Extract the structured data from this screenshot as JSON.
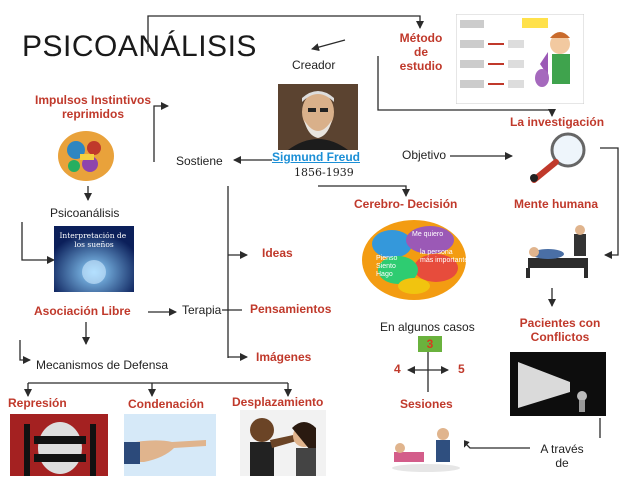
{
  "title": "PSICOANÁLISIS",
  "labels": {
    "creador": "Creador",
    "metodo": "Método\nde\nestudio",
    "impulsos": "Impulsos Instintivos\nreprimidos",
    "investigacion": "La investigación",
    "sostiene": "Sostiene",
    "freud": "Sigmund Freud",
    "years": "1856-1939",
    "objetivo": "Objetivo",
    "psicoanalisis": "Psicoanálisis",
    "cerebro": "Cerebro- Decisión",
    "mente": "Mente humana",
    "ideas": "Ideas",
    "asociacion": "Asociación Libre",
    "terapia": "Terapia",
    "pensamientos": "Pensamientos",
    "casos": "En algunos casos",
    "pacientes": "Pacientes con\nConflictos",
    "mecanismos": "Mecanismos de Defensa",
    "imagenes": "Imágenes",
    "n3": "3",
    "n4": "4",
    "n5": "5",
    "represion": "Represión",
    "condenacion": "Condenación",
    "desplazamiento": "Desplazamiento",
    "sesiones": "Sesiones",
    "traves": "A través\nde"
  },
  "book_text": "Interpretación de\nlos sueños",
  "brain_words": [
    "Me quiero",
    "Pienso",
    "Siento",
    "Hago",
    "la persona",
    "más importante"
  ],
  "colors": {
    "red_label": "#c0392b",
    "blue_label": "#1b8fd6",
    "badge_green": "#6ab23d",
    "line": "#2b2b2b"
  }
}
